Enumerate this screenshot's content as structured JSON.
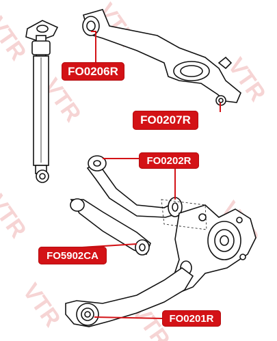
{
  "watermark": {
    "text": "VTR"
  },
  "callouts": {
    "fo0206r": "FO0206R",
    "fo0207r": "FO0207R",
    "fo0202r": "FO0202R",
    "fo5902ca": "FO5902CA",
    "fo0201r": "FO0201R"
  },
  "colors": {
    "label_bg": "#d31216",
    "label_text": "#ffffff",
    "leader": "#d31216",
    "line_art": "#111111",
    "watermark": "#f6d4d4"
  }
}
